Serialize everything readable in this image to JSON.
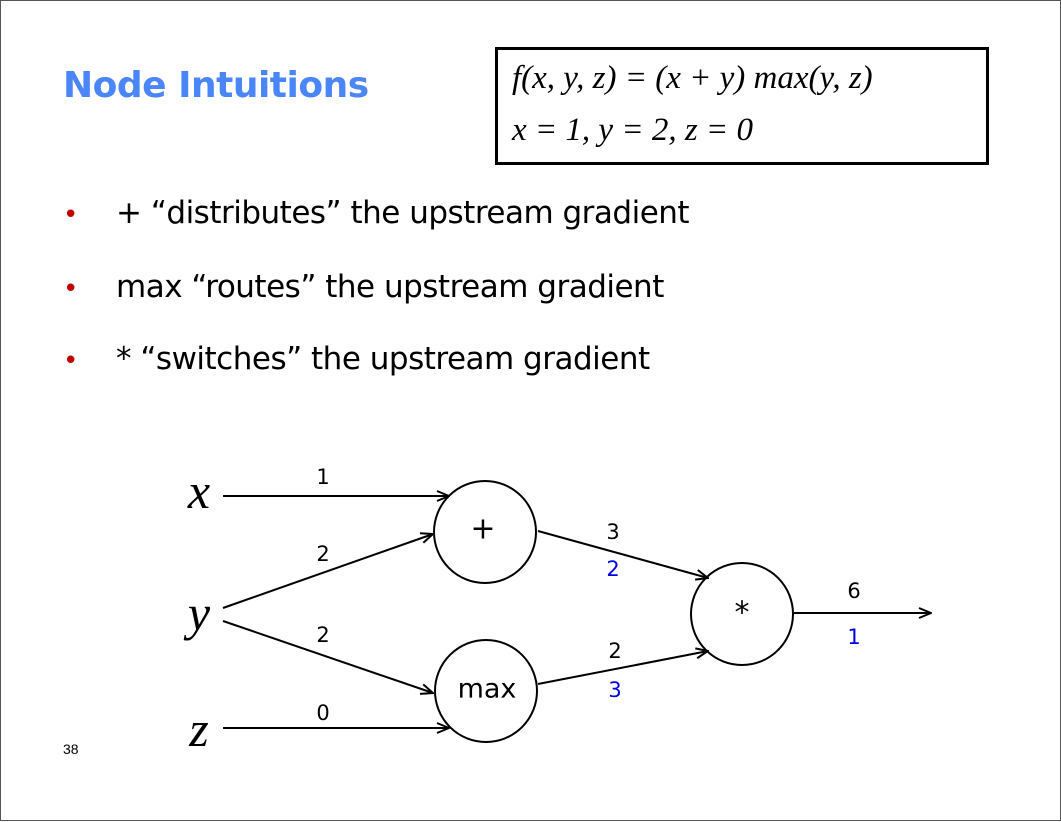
{
  "slide": {
    "title": "Node Intuitions",
    "equation": {
      "line1": "f(x, y, z) = (x + y) max(y, z)",
      "line2": "x = 1, y = 2, z = 0"
    },
    "bullets": [
      {
        "marker": "•",
        "text": "+ “distributes” the upstream gradient"
      },
      {
        "marker": "•",
        "text": "max “routes” the upstream gradient"
      },
      {
        "marker": "•",
        "text": "* “switches” the upstream gradient"
      }
    ],
    "page_number": "38"
  },
  "graph": {
    "inputs": {
      "x": "x",
      "y": "y",
      "z": "z"
    },
    "nodes": {
      "add": "+",
      "max": "max",
      "mul": "*"
    },
    "forward": {
      "x_add": "1",
      "y_add": "2",
      "y_max": "2",
      "z_max": "0",
      "add_mul": "3",
      "max_mul": "2",
      "out": "6"
    },
    "backward": {
      "add_mul": "2",
      "max_mul": "3",
      "out": "1"
    },
    "colors": {
      "forward": "#000000",
      "gradient": "#0000e0",
      "title": "#4a86f7",
      "bullet": "#c00000"
    }
  }
}
